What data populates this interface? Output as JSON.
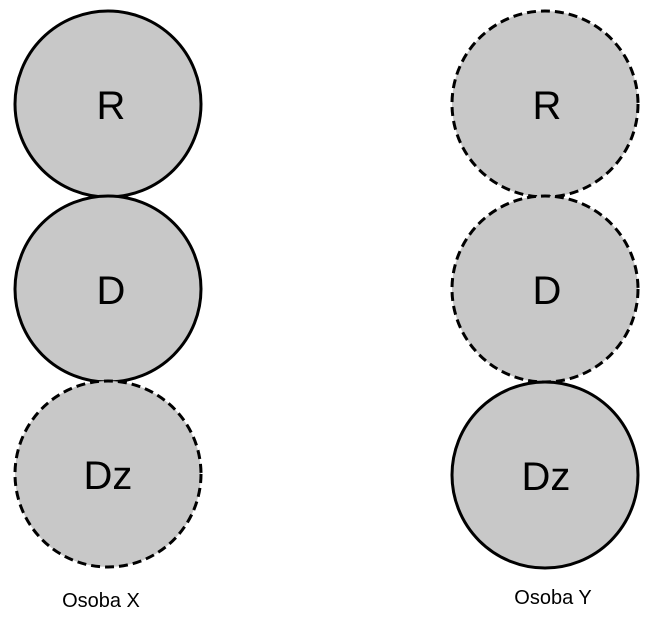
{
  "colors": {
    "circle_fill": "#c8c8c8",
    "circle_stroke": "#000000",
    "background": "#ffffff"
  },
  "people": [
    {
      "label": "Osoba X",
      "circles": [
        {
          "label": "R",
          "border": "solid"
        },
        {
          "label": "D",
          "border": "solid"
        },
        {
          "label": "Dz",
          "border": "dashed"
        }
      ]
    },
    {
      "label": "Osoba Y",
      "circles": [
        {
          "label": "R",
          "border": "dashed"
        },
        {
          "label": "D",
          "border": "dashed"
        },
        {
          "label": "Dz",
          "border": "solid"
        }
      ]
    }
  ]
}
